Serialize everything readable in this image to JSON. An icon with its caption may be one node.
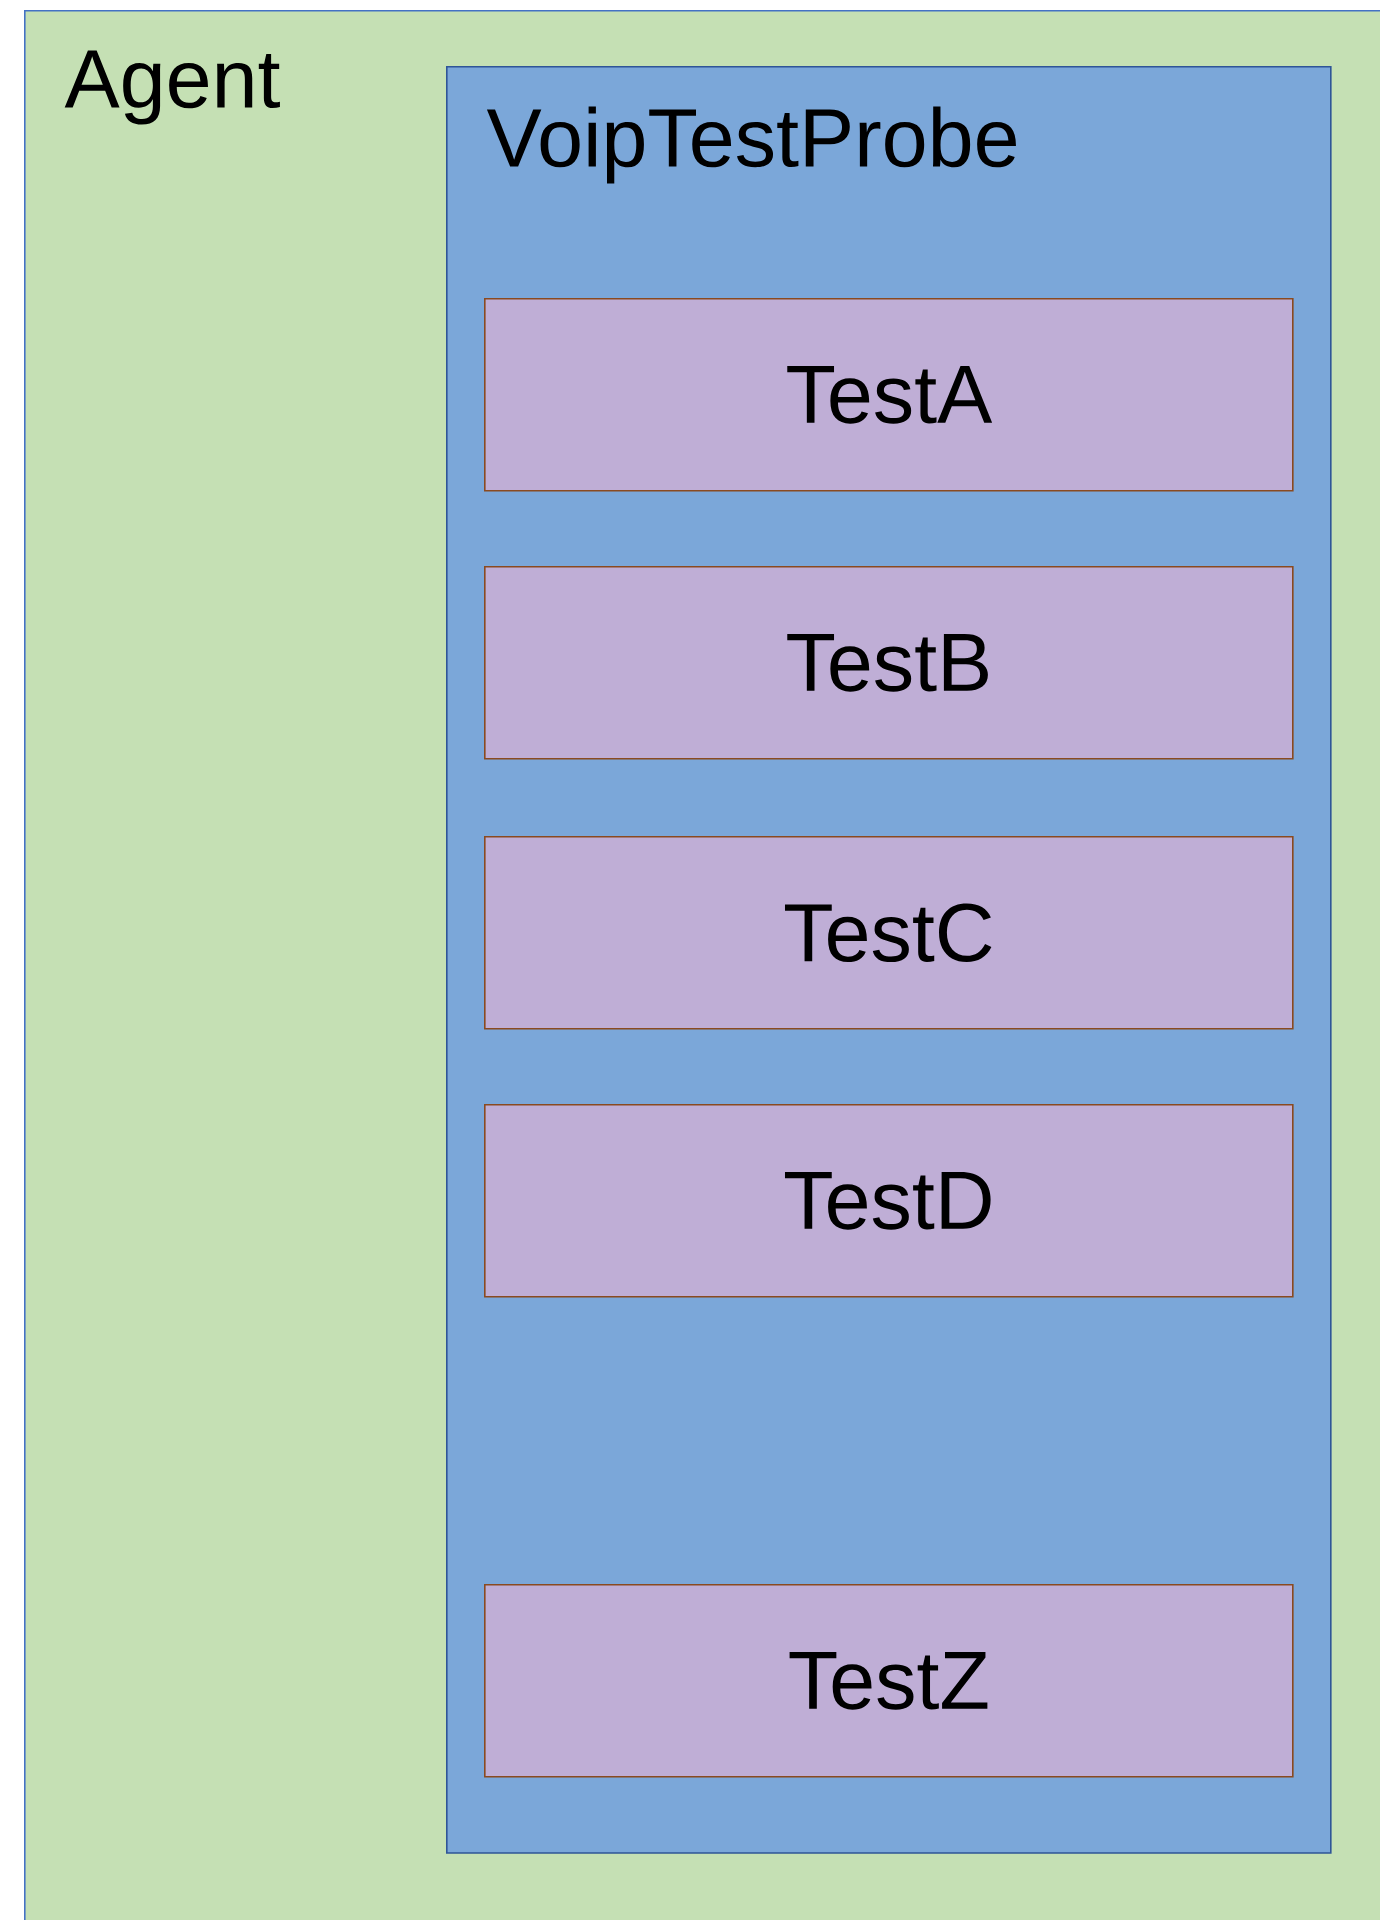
{
  "diagram": {
    "nodes": [
      {
        "text": [
          "Agent"
        ]
      },
      {
        "text": [
          "VoipTestProbe"
        ],
        "in": 0
      },
      {
        "text": [
          "TestA"
        ],
        "in": 1
      },
      {
        "text": [
          "TestB"
        ],
        "in": 1
      },
      {
        "text": [
          "TestC"
        ],
        "in": 1
      },
      {
        "text": [
          "TestD"
        ],
        "in": 1
      },
      {
        "text": [
          "TestZ"
        ],
        "in": 1
      }
    ]
  }
}
